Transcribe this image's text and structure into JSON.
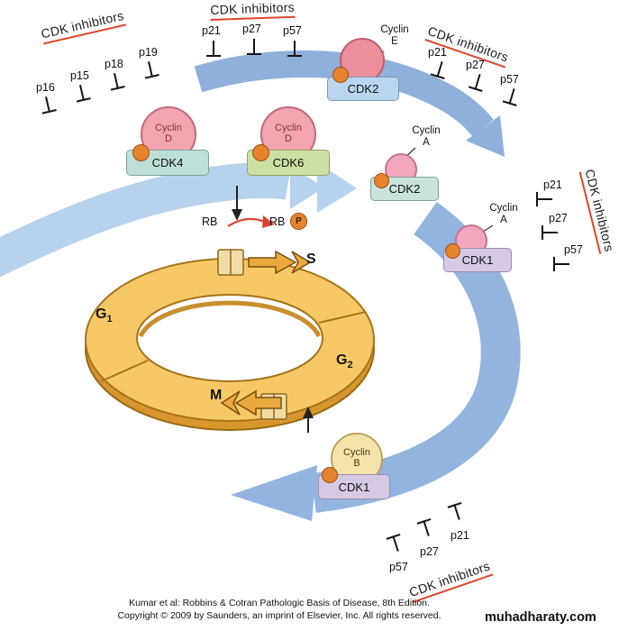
{
  "figure": {
    "caption_line1": "Kumar et al: Robbins & Cotran Pathologic Basis of Disease, 8th Edition.",
    "caption_line2": "Copyright © 2009 by Saunders, an imprint of Elsevier, Inc. All rights reserved.",
    "watermark": "muhadharaty.com"
  },
  "inhibitor_groups": {
    "top_left": {
      "title": "CDK inhibitors",
      "items": [
        "p16",
        "p15",
        "p18",
        "p19"
      ]
    },
    "top_middle": {
      "title": "CDK inhibitors",
      "items": [
        "p21",
        "p27",
        "p57"
      ]
    },
    "top_right": {
      "title": "CDK inhibitors",
      "items": [
        "p21",
        "p27",
        "p57"
      ]
    },
    "right": {
      "title": "CDK inhibitors",
      "items": [
        "p21",
        "p27",
        "p57"
      ]
    },
    "bottom": {
      "title": "CDK inhibitors",
      "items": [
        "p57",
        "p27",
        "p21"
      ]
    }
  },
  "complexes": {
    "cdk4": {
      "cyclin_line1": "Cyclin",
      "cyclin_line2": "D",
      "cdk": "CDK4"
    },
    "cdk6": {
      "cyclin_line1": "Cyclin",
      "cyclin_line2": "D",
      "cdk": "CDK6"
    },
    "cdk2_e": {
      "cyclin_line1": "Cyclin",
      "cyclin_line2": "E",
      "cdk": "CDK2"
    },
    "cdk2_a": {
      "cyclin_line1": "Cyclin",
      "cyclin_line2": "A",
      "cdk": "CDK2"
    },
    "cdk1_a": {
      "cyclin_line1": "Cyclin",
      "cyclin_line2": "A",
      "cdk": "CDK1"
    },
    "cdk1_b": {
      "cyclin_line1": "Cyclin",
      "cyclin_line2": "B",
      "cdk": "CDK1"
    }
  },
  "cycle": {
    "phases": {
      "g1": {
        "base": "G",
        "sub": "1"
      },
      "s": {
        "base": "S",
        "sub": ""
      },
      "g2": {
        "base": "G",
        "sub": "2"
      },
      "m": {
        "base": "M",
        "sub": ""
      }
    }
  },
  "rb": {
    "left": "RB",
    "right": "RB",
    "phosphate": "P"
  },
  "colors": {
    "inhibitor_underline": "#E0452B",
    "arrow_blue_light": "#B7D2EC",
    "arrow_blue_medium": "#8FB0DB",
    "ring_top": "#F6C966",
    "ring_side": "#D8962F",
    "phospho_dot": "#E8832D",
    "cyclin_pink": "#F2A5AE",
    "cyclin_yellow": "#F3E3AB"
  }
}
